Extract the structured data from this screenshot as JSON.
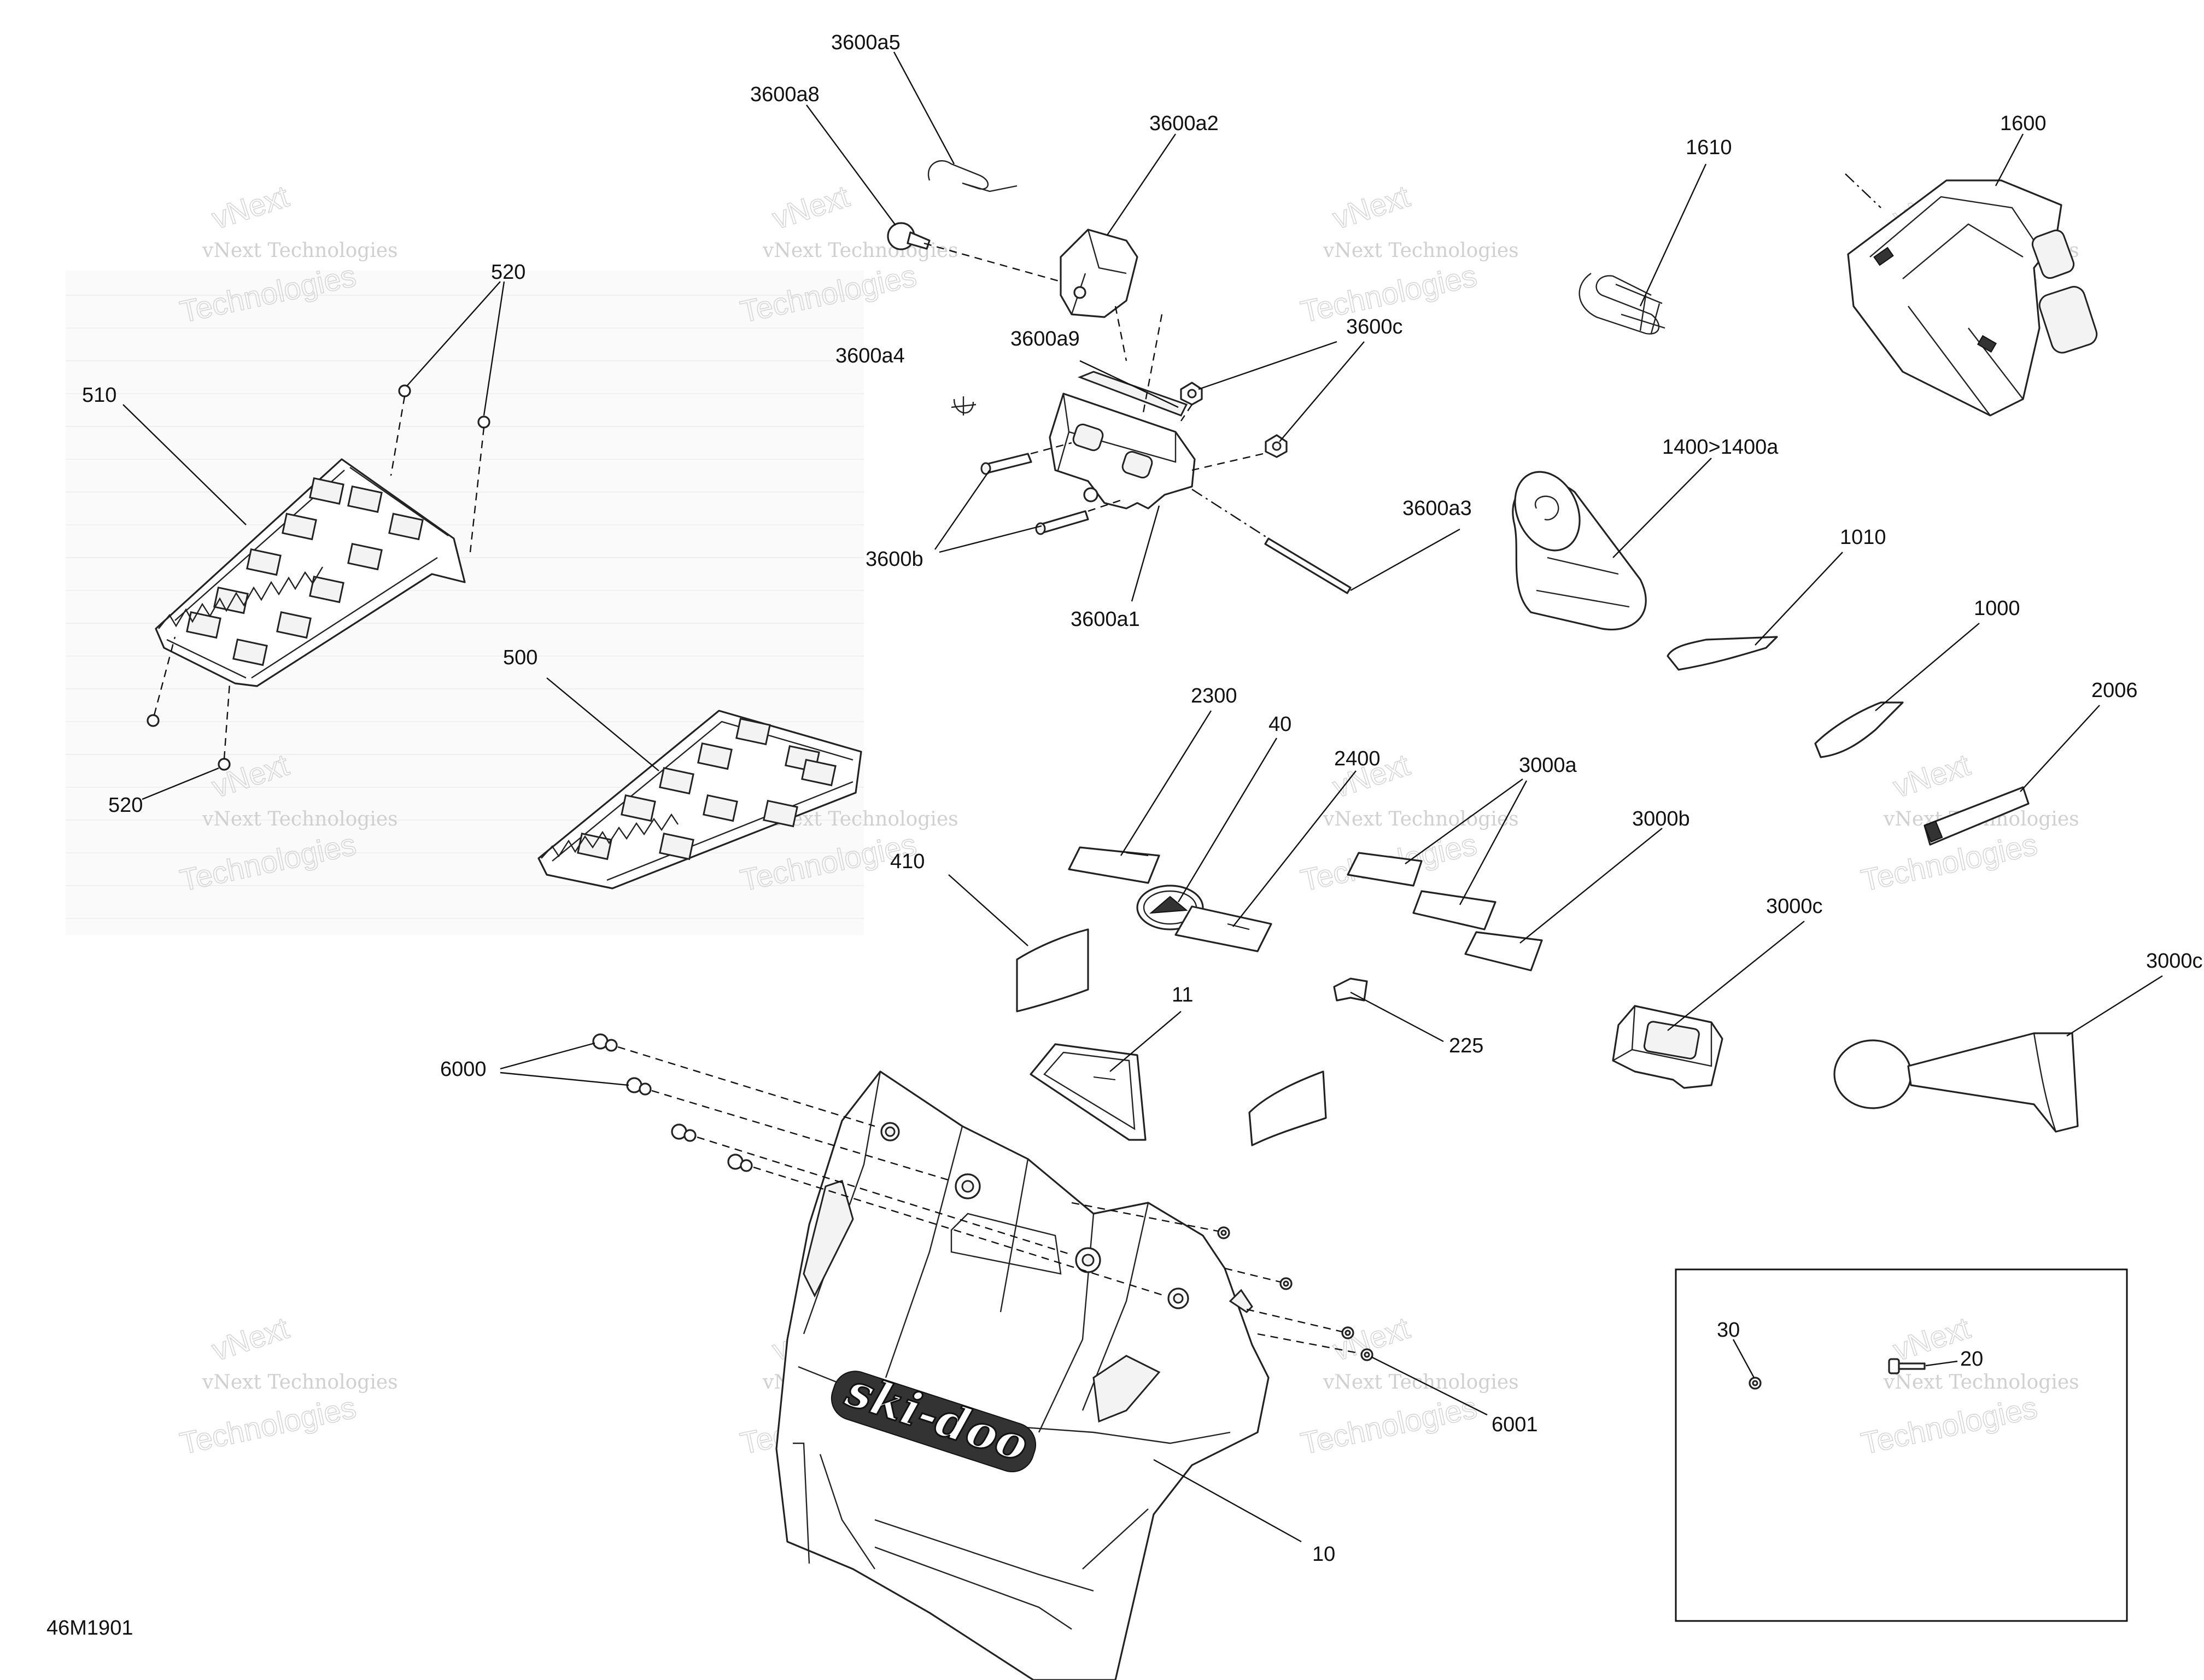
{
  "diagram_code": "46M1901",
  "watermark": {
    "line1": "vNext Technologies",
    "line2": "vNext",
    "line3": "Technologies"
  },
  "labels": {
    "p3600a5": "3600a5",
    "p3600a8": "3600a8",
    "p3600a2": "3600a2",
    "p1610": "1610",
    "p1600": "1600",
    "p520_top": "520",
    "p510": "510",
    "p3600a9": "3600a9",
    "p3600c": "3600c",
    "p3600a4": "3600a4",
    "p1400": "1400>1400a",
    "p3600a3": "3600a3",
    "p1010": "1010",
    "p3600b": "3600b",
    "p3600a1": "3600a1",
    "p1000": "1000",
    "p500": "500",
    "p2300": "2300",
    "p40": "40",
    "p2400": "2400",
    "p3000a": "3000a",
    "p2006": "2006",
    "p520_bottom": "520",
    "p3000b": "3000b",
    "p410": "410",
    "p3000c_1": "3000c",
    "p3000c_2": "3000c",
    "p11": "11",
    "p225": "225",
    "p6000": "6000",
    "p30": "30",
    "p20": "20",
    "p6001": "6001",
    "p10": "10"
  },
  "brand_logo_text": "ski-doo"
}
